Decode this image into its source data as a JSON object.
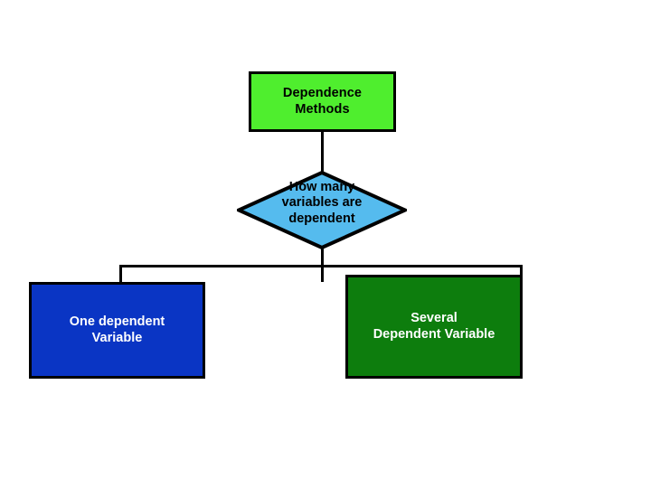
{
  "diagram": {
    "title": "Dependence Methods Flowchart",
    "type": "flowchart",
    "background_color": "#ffffff",
    "nodes": [
      {
        "id": "dependence-methods",
        "shape": "rectangle",
        "label": "Dependence\nMethods",
        "fill_color": "#4FEE2E",
        "text_color": "#000000",
        "border_color": "#000000"
      },
      {
        "id": "how-many-variables-are-dependent",
        "shape": "diamond",
        "label": "How many\nvariables are\ndependent",
        "fill_color": "#55BBEE",
        "text_color": "#000000",
        "border_color": "#000000"
      },
      {
        "id": "one-dependent-variable",
        "shape": "rectangle",
        "label": "One dependent\nVariable",
        "fill_color": "#0A35C4",
        "text_color": "#ffffff",
        "border_color": "#000000"
      },
      {
        "id": "several-dependent-variable",
        "shape": "rectangle",
        "label": "Several\nDependent  Variable",
        "fill_color": "#0D7D0D",
        "text_color": "#ffffff",
        "border_color": "#000000"
      }
    ],
    "connectors": [
      {
        "id": "methods-to-question",
        "from": "dependence-methods",
        "to": "how-many-variables-are-dependent",
        "style": "straight-vertical",
        "color": "#000000"
      },
      {
        "id": "question-to-branches",
        "from": "how-many-variables-are-dependent",
        "to": "one-dependent-variable,several-dependent-variable",
        "style": "elbow-split",
        "color": "#000000"
      }
    ]
  }
}
